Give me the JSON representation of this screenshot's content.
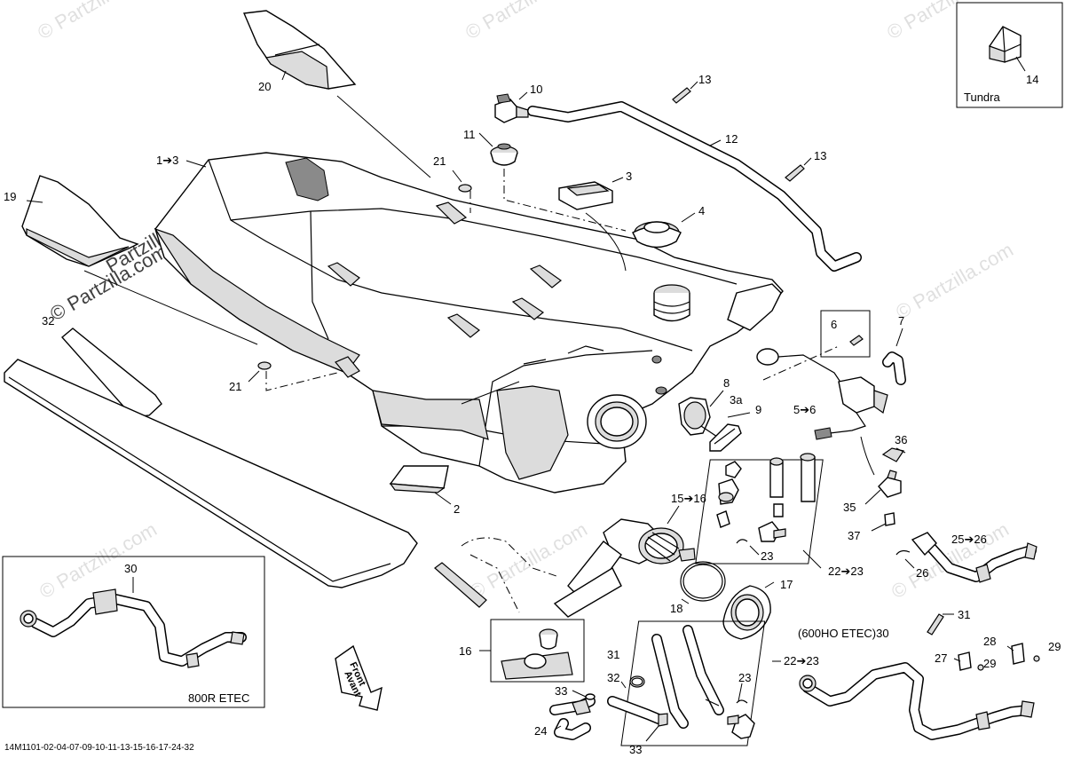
{
  "watermark": {
    "text": "© Partzilla.com",
    "site": "Partzilla.com"
  },
  "boxes": {
    "tundra": {
      "label": "Tundra",
      "part": "14"
    },
    "etec800": {
      "label": "800R ETEC",
      "part": "30"
    },
    "etec600": {
      "label": "(600HO ETEC)30"
    }
  },
  "callouts": [
    {
      "id": "c20",
      "text": "20"
    },
    {
      "id": "c1to3",
      "text": "1➔3"
    },
    {
      "id": "c19",
      "text": "19"
    },
    {
      "id": "c32",
      "text": "32"
    },
    {
      "id": "c21a",
      "text": "21"
    },
    {
      "id": "c21b",
      "text": "21"
    },
    {
      "id": "c10",
      "text": "10"
    },
    {
      "id": "c11",
      "text": "11"
    },
    {
      "id": "c13a",
      "text": "13"
    },
    {
      "id": "c13b",
      "text": "13"
    },
    {
      "id": "c12",
      "text": "12"
    },
    {
      "id": "c3",
      "text": "3"
    },
    {
      "id": "c4",
      "text": "4"
    },
    {
      "id": "c6",
      "text": "6"
    },
    {
      "id": "c7",
      "text": "7"
    },
    {
      "id": "c8",
      "text": "8"
    },
    {
      "id": "c3a",
      "text": "3a"
    },
    {
      "id": "c9",
      "text": "9"
    },
    {
      "id": "c5to6",
      "text": "5➔6"
    },
    {
      "id": "c36",
      "text": "36"
    },
    {
      "id": "c35",
      "text": "35"
    },
    {
      "id": "c37",
      "text": "37"
    },
    {
      "id": "c2",
      "text": "2"
    },
    {
      "id": "c15to16",
      "text": "15➔16"
    },
    {
      "id": "c23a",
      "text": "23"
    },
    {
      "id": "c22to23a",
      "text": "22➔23"
    },
    {
      "id": "c25to26",
      "text": "25➔26"
    },
    {
      "id": "c26",
      "text": "26"
    },
    {
      "id": "c17",
      "text": "17"
    },
    {
      "id": "c18",
      "text": "18"
    },
    {
      "id": "c16",
      "text": "16"
    },
    {
      "id": "c31a",
      "text": "31"
    },
    {
      "id": "c32b",
      "text": "32"
    },
    {
      "id": "c33a",
      "text": "33"
    },
    {
      "id": "c24",
      "text": "24"
    },
    {
      "id": "c33b",
      "text": "33"
    },
    {
      "id": "c23b",
      "text": "23"
    },
    {
      "id": "c22to23b",
      "text": "22➔23"
    },
    {
      "id": "c31b",
      "text": "31"
    },
    {
      "id": "c27",
      "text": "27"
    },
    {
      "id": "c28",
      "text": "28"
    },
    {
      "id": "c29a",
      "text": "29"
    },
    {
      "id": "c29b",
      "text": "29"
    }
  ],
  "front_arrow": {
    "line1": "Front",
    "line2": "Avant"
  },
  "footer_code": "14M1101-02-04-07-09-10-11-13-15-16-17-24-32"
}
